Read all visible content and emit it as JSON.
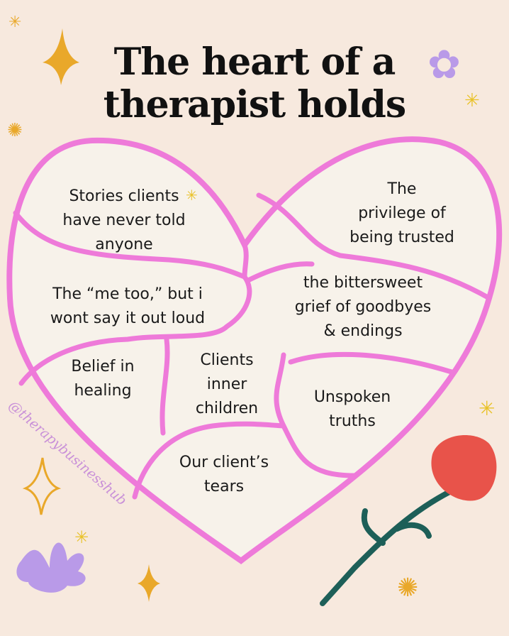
{
  "title": {
    "line1": "The heart of a",
    "line2": "therapist holds"
  },
  "sections": [
    {
      "line1": "Stories clients",
      "line2": "have never told",
      "line3": "anyone"
    },
    {
      "line1": "The",
      "line2": "privilege of",
      "line3": "being trusted"
    },
    {
      "line1": "The “me too,” but i",
      "line2": "wont say it out loud"
    },
    {
      "line1": "the bittersweet",
      "line2": "grief of goodbyes",
      "line3": "& endings"
    },
    {
      "line1": "Belief in",
      "line2": "healing"
    },
    {
      "line1": "Clients",
      "line2": "inner",
      "line3": "children"
    },
    {
      "line1": "Unspoken",
      "line2": "truths"
    },
    {
      "line1": "Our client’s",
      "line2": "tears"
    }
  ],
  "watermark": "@therapybusinesshub",
  "colors": {
    "background": "#f7e9de",
    "heart": "#ee7ad9",
    "fill": "#f7f2ea",
    "sparkle": "#e9a82a",
    "flower": "#e8534a",
    "stem": "#1d5f58",
    "lilac": "#b99ae8"
  }
}
